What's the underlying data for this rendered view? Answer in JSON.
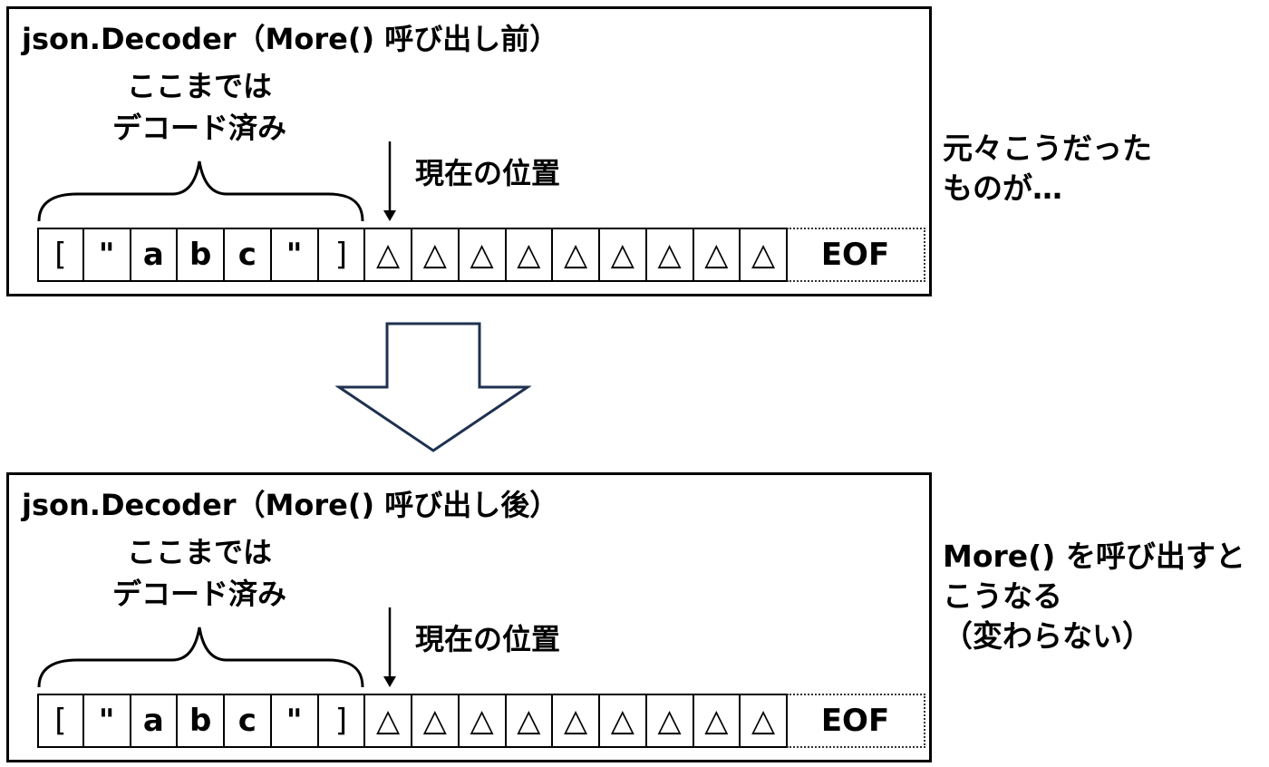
{
  "before": {
    "title": "json.Decoder（More() 呼び出し前）",
    "decoded_label": [
      "ここまでは",
      "デコード済み"
    ],
    "position_label": "現在の位置",
    "cells": [
      "[",
      "\"",
      "a",
      "b",
      "c",
      "\"",
      "]",
      "△",
      "△",
      "△",
      "△",
      "△",
      "△",
      "△",
      "△",
      "△"
    ],
    "eof": "EOF"
  },
  "after": {
    "title": "json.Decoder（More() 呼び出し後）",
    "decoded_label": [
      "ここまでは",
      "デコード済み"
    ],
    "position_label": "現在の位置",
    "cells": [
      "[",
      "\"",
      "a",
      "b",
      "c",
      "\"",
      "]",
      "△",
      "△",
      "△",
      "△",
      "△",
      "△",
      "△",
      "△",
      "△"
    ],
    "eof": "EOF"
  },
  "notes": {
    "before": [
      "元々こうだった",
      "ものが…"
    ],
    "after": [
      "More() を呼び出すと",
      "こうなる",
      "（変わらない）"
    ]
  },
  "colors": {
    "arrow_stroke": "#1f3150",
    "border": "#000000"
  }
}
